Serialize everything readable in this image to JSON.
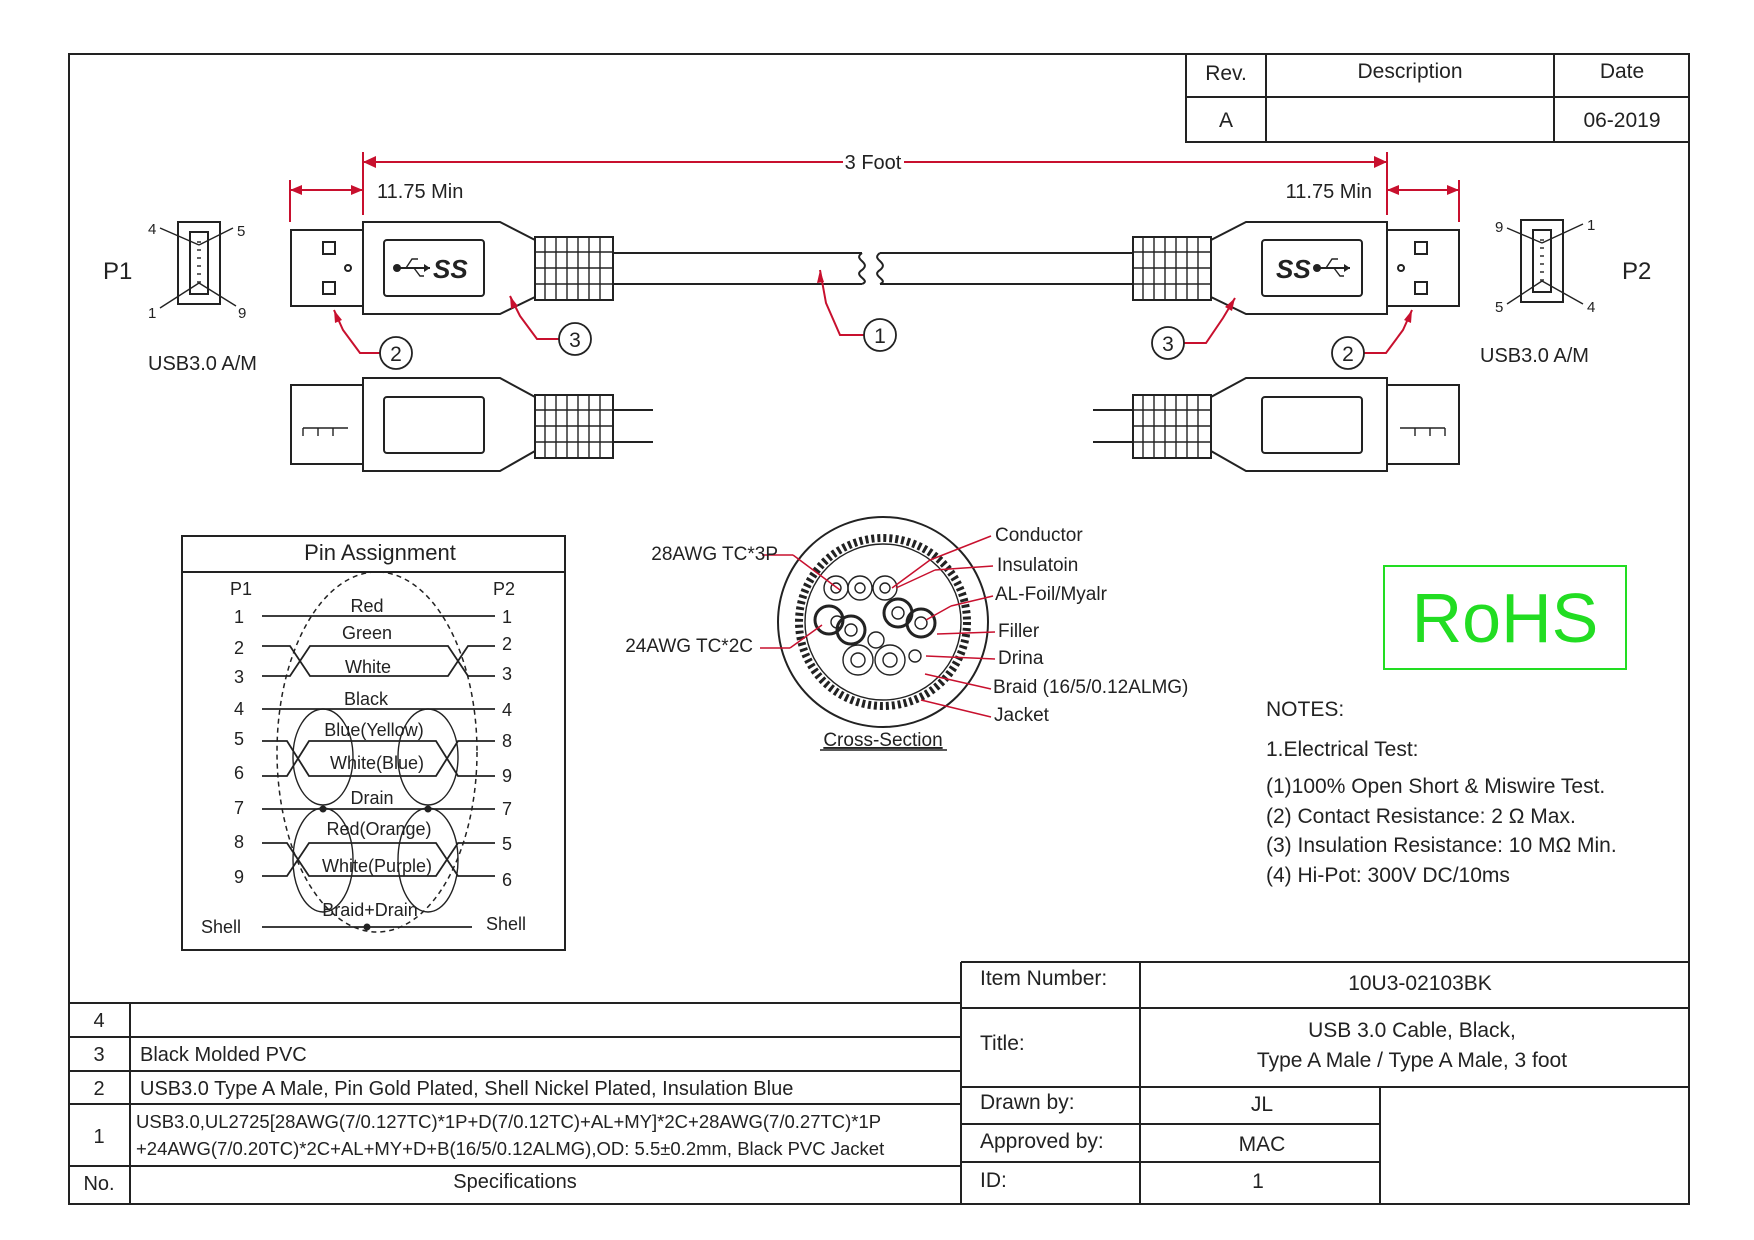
{
  "revision_table": {
    "headers": {
      "rev": "Rev.",
      "description": "Description",
      "date": "Date"
    },
    "row": {
      "rev": "A",
      "description": "",
      "date": "06-2019"
    }
  },
  "dimensions": {
    "length": "3 Foot",
    "left_min": "11.75 Min",
    "right_min": "11.75 Min"
  },
  "connectors": {
    "p1": {
      "label": "P1",
      "type": "USB3.0 A/M",
      "pins": [
        "4",
        "5",
        "1",
        "9"
      ]
    },
    "p2": {
      "label": "P2",
      "type": "USB3.0 A/M",
      "pins": [
        "9",
        "1",
        "5",
        "4"
      ]
    },
    "logo_text": "SS"
  },
  "callouts": [
    "1",
    "2",
    "3",
    "2",
    "3"
  ],
  "pin_assignment": {
    "title": "Pin Assignment",
    "p1_header": "P1",
    "p2_header": "P2",
    "left_pins": [
      "1",
      "2",
      "3",
      "4",
      "5",
      "6",
      "7",
      "8",
      "9"
    ],
    "right_pins": [
      "1",
      "2",
      "3",
      "4",
      "8",
      "9",
      "7",
      "5",
      "6"
    ],
    "wires": [
      "Red",
      "Green",
      "White",
      "Black",
      "Blue(Yellow)",
      "White(Blue)",
      "Drain",
      "Red(Orange)",
      "White(Purple)",
      "Braid+Drain"
    ],
    "shell_left": "Shell",
    "shell_right": "Shell"
  },
  "cross_section": {
    "title": "Cross-Section",
    "left_labels": [
      "28AWG TC*3P",
      "24AWG TC*2C"
    ],
    "right_labels": [
      "Conductor",
      "Insulatoin",
      "AL-Foil/Myalr",
      "Filler",
      "Drina",
      "Braid (16/5/0.12ALMG)",
      "Jacket"
    ]
  },
  "rohs": {
    "text": "RoHS",
    "color": "#22dd22"
  },
  "notes": {
    "heading": "NOTES:",
    "lines": [
      "1.Electrical Test:",
      "(1)100% Open Short & Miswire Test.",
      "(2) Contact Resistance: 2 Ω  Max.",
      "(3) Insulation Resistance: 10 MΩ  Min.",
      "(4) Hi-Pot: 300V DC/10ms"
    ]
  },
  "spec_table": {
    "rows": [
      {
        "no": "4",
        "spec": ""
      },
      {
        "no": "3",
        "spec": "Black Molded PVC"
      },
      {
        "no": "2",
        "spec": "USB3.0 Type A Male, Pin Gold Plated, Shell Nickel Plated, Insulation Blue"
      },
      {
        "no": "1",
        "spec_line1": "USB3.0,UL2725[28AWG(7/0.127TC)*1P+D(7/0.12TC)+AL+MY]*2C+28AWG(7/0.27TC)*1P",
        "spec_line2": "+24AWG(7/0.20TC)*2C+AL+MY+D+B(16/5/0.12ALMG),OD: 5.5±0.2mm, Black PVC Jacket"
      }
    ],
    "footer": {
      "no": "No.",
      "spec": "Specifications"
    }
  },
  "title_block": {
    "item_number_label": "Item Number:",
    "item_number": "10U3-02103BK",
    "title_label": "Title:",
    "title_line1": "USB 3.0 Cable, Black,",
    "title_line2": "Type A Male / Type A Male, 3 foot",
    "drawn_by_label": "Drawn by:",
    "drawn_by": "JL",
    "approved_by_label": "Approved by:",
    "approved_by": "MAC",
    "id_label": "ID:",
    "id": "1"
  }
}
